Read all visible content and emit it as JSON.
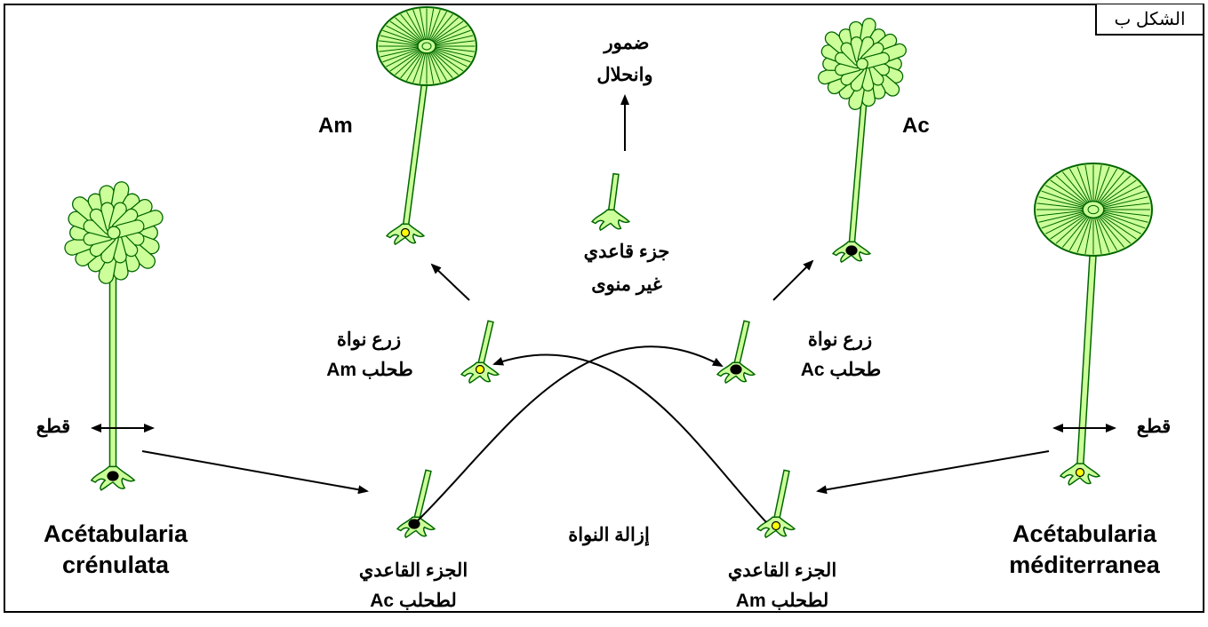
{
  "figure_label": "الشكل ب",
  "colors": {
    "alga_fill": "#ccff99",
    "alga_stroke": "#006600",
    "nucleus_black": "#000000",
    "nucleus_yellow": "#ffff00"
  },
  "species": {
    "left": {
      "line1": "Acétabularia",
      "line2": "crénulata",
      "cut": "قطع"
    },
    "right": {
      "line1": "Acétabularia",
      "line2": "méditerranea",
      "cut": "قطع"
    }
  },
  "top": {
    "am": "Am",
    "ac": "Ac",
    "degeneration_line1": "ضمور",
    "degeneration_line2": "وانحلال"
  },
  "middle": {
    "base_line1": "جزء قاعدي",
    "base_line2": "غير منوى",
    "graft_am_line1": "زرع نواة",
    "graft_am_line2": "طحلب Am",
    "graft_ac_line1": "زرع نواة",
    "graft_ac_line2": "طحلب Ac",
    "enucleation": "إزالة النواة"
  },
  "bottom": {
    "base_ac_line1": "الجزء القاعدي",
    "base_ac_line2": "لطحلب Ac",
    "base_am_line1": "الجزء القاعدي",
    "base_am_line2": "لطحلب Am"
  }
}
